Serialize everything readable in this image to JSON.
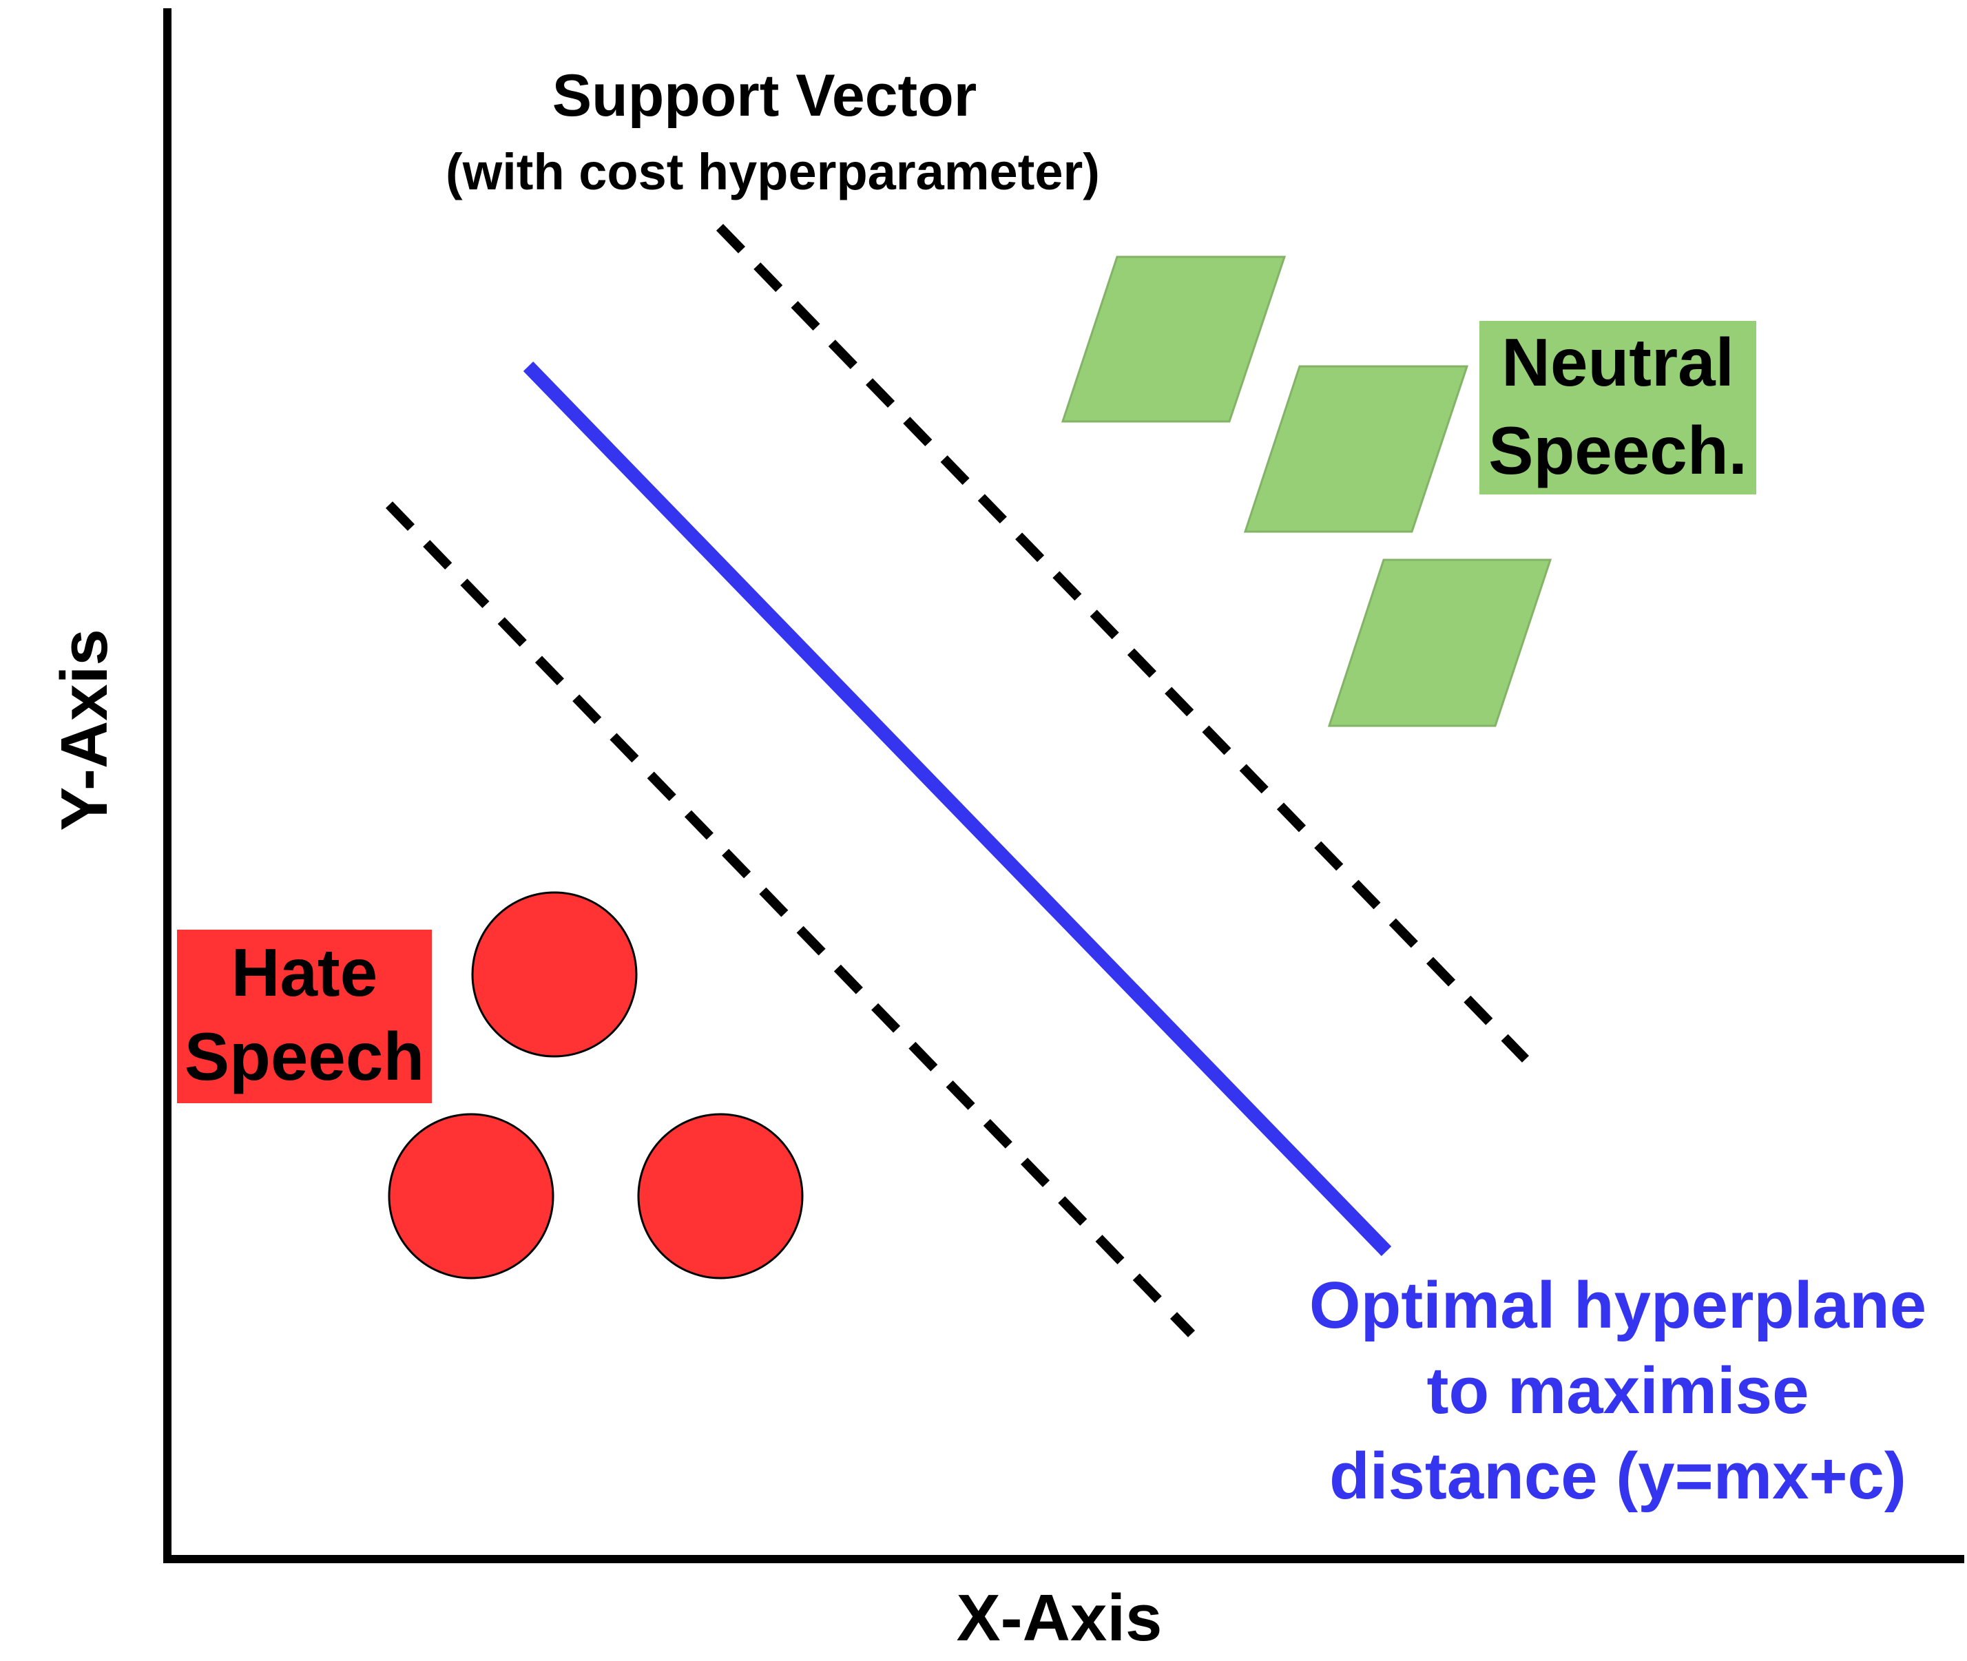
{
  "axes": {
    "x_label": "X-Axis",
    "y_label": "Y-Axis"
  },
  "support_vector": {
    "title": "Support Vector",
    "subtitle": "(with cost hyperparameter)"
  },
  "classes": {
    "neutral": {
      "label_line1": "Neutral",
      "label_line2": "Speech.",
      "marker": "parallelogram",
      "count": 3,
      "color": "#97cf77"
    },
    "hate": {
      "label_line1": "Hate",
      "label_line2": "Speech",
      "marker": "circle",
      "count": 3,
      "color": "#ff3333"
    }
  },
  "hyperplane": {
    "line1": "Optimal hyperplane",
    "line2": "to maximise",
    "line3": "distance (y=mx+c)",
    "color": "#3535f0"
  },
  "colors": {
    "axis": "#000000",
    "margin_line": "#000000",
    "text": "#000000"
  }
}
